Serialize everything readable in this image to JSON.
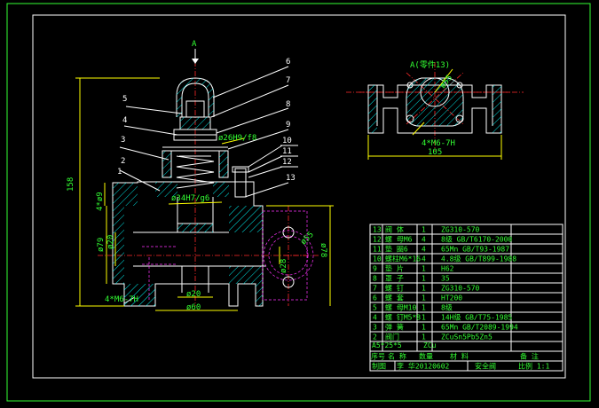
{
  "view_label_top": "A",
  "view_label_section": "A(零件13)",
  "dims": {
    "d55_right": "ø55",
    "d55_section": "ø55",
    "m7h_section": "4*M6-7H",
    "w105": "105",
    "fit_h9": "ø26H9/f8",
    "fit_h7": "ø34H7/g6",
    "v158": "158",
    "v4_99": "4*ø9",
    "d79_left": "ø79",
    "d20_left": "ø20",
    "d20_bottom": "ø20",
    "d60": "ø60",
    "m7h_bottom": "4*M6-7H",
    "d78_right": "ø78",
    "d28_right": "ø28"
  },
  "balloons": [
    "1",
    "2",
    "3",
    "4",
    "5",
    "6",
    "7",
    "8",
    "9",
    "10",
    "11",
    "12",
    "13"
  ],
  "bom": {
    "rows": [
      {
        "no": "13",
        "name": "阀 体",
        "qty": "1",
        "mat": "ZG310-570"
      },
      {
        "no": "12",
        "name": "螺 母M6",
        "qty": "4",
        "mat": "8级 GB/T6170-2000"
      },
      {
        "no": "11",
        "name": "垫 圈6",
        "qty": "4",
        "mat": "65Mn GB/T93-1987"
      },
      {
        "no": "10",
        "name": "螺柱M6*16",
        "qty": "4",
        "mat": "4.8级 GB/T899-1988"
      },
      {
        "no": "9",
        "name": "垫 片",
        "qty": "1",
        "mat": "H62"
      },
      {
        "no": "8",
        "name": "罩 子",
        "qty": "1",
        "mat": "35"
      },
      {
        "no": "7",
        "name": "螺 钉",
        "qty": "1",
        "mat": "ZG310-570"
      },
      {
        "no": "6",
        "name": "螺 套",
        "qty": "1",
        "mat": "HT200"
      },
      {
        "no": "5",
        "name": "螺 母M10",
        "qty": "1",
        "mat": "8级"
      },
      {
        "no": "4",
        "name": "螺 钉M5*8",
        "qty": "1",
        "mat": "14H级 GB/T75-1985"
      },
      {
        "no": "3",
        "name": "弹 簧",
        "qty": "1",
        "mat": "65Mn GB/T2089-1994"
      },
      {
        "no": "2",
        "name": "阀门",
        "qty": "1",
        "mat": "ZCuSn5Pb5Zn5"
      }
    ],
    "overlap_label": "A5*25*5",
    "overlap_label2": "ZCu",
    "head_no": "序号",
    "head_name": "名  称",
    "head_qty": "数量",
    "head_mat": "材  料",
    "head_note": "备  注",
    "drawer_label": "制图",
    "drawer_value": "李 华20120602",
    "title": "安全阀",
    "scale": "比例 1:1"
  },
  "colors": {
    "background": "#000000",
    "outline": "#ffffff",
    "text": "#33ff33",
    "center": "#ff2a2a",
    "hidden": "#ff33ff",
    "hatch": "#00ffff",
    "dim": "#ffff00"
  }
}
